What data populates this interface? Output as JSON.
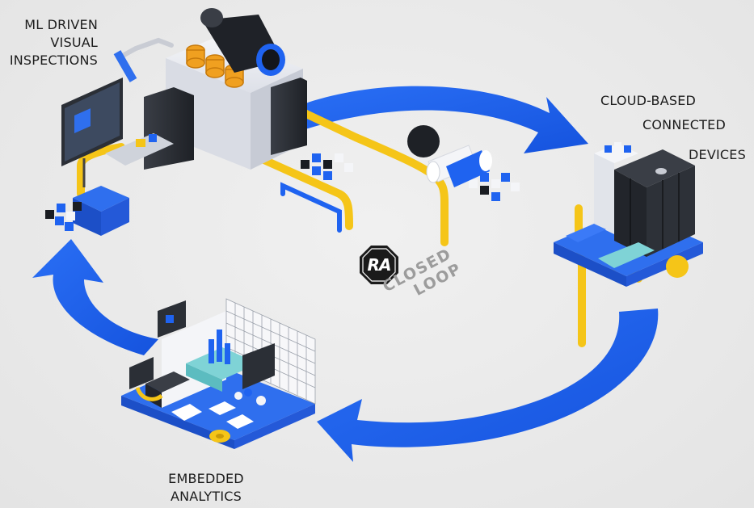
{
  "labels": {
    "ml_inspections": {
      "line1": "ML DRIVEN",
      "line2": "VISUAL",
      "line3": "INSPECTIONS"
    },
    "cloud_devices": {
      "line1": "CLOUD-BASED",
      "line2": "CONNECTED",
      "line3": "DEVICES"
    },
    "embedded_analytics": {
      "line1": "EMBEDDED",
      "line2": "ANALYTICS"
    }
  },
  "center": {
    "logo_text": "RA",
    "loop_line1": "CLOSED",
    "loop_line2": "LOOP"
  },
  "colors": {
    "background": "#ebebeb",
    "arrow_blue": "#1f63f0",
    "pipe_yellow": "#f5c518",
    "machine_white": "#e8eaf0",
    "machine_dark": "#2a2d33",
    "logo": "#1a1a1a",
    "loop_text": "#9c9c9c"
  },
  "icons": [
    "inspection-station",
    "cloud-server-rack",
    "analytics-lab",
    "robot-arm",
    "camera",
    "rockwell-logo"
  ]
}
